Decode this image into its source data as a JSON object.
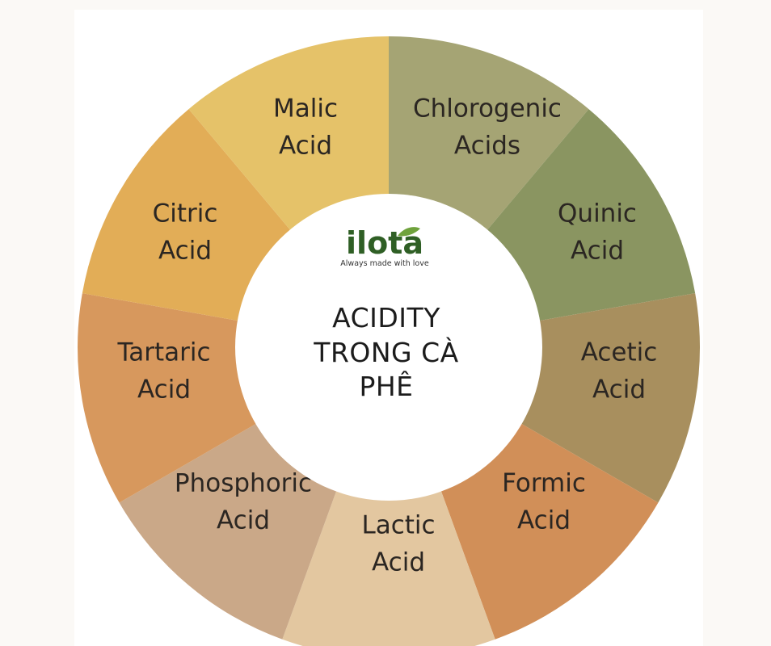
{
  "center": {
    "title_lines": [
      "ACIDITY",
      "TRONG CÀ",
      "PHÊ"
    ]
  },
  "logo": {
    "wordmark": "ilota",
    "tagline": "Always made with love",
    "color": "#2f5f25",
    "leaf_color": "#6fa23c"
  },
  "segments": [
    {
      "label_lines": [
        "Chlorogenic",
        "Acids"
      ],
      "color": "#a5a474"
    },
    {
      "label_lines": [
        "Quinic",
        "Acid"
      ],
      "color": "#8a9561"
    },
    {
      "label_lines": [
        "Acetic",
        "Acid"
      ],
      "color": "#a88f5e"
    },
    {
      "label_lines": [
        "Formic",
        "Acid"
      ],
      "color": "#d18f58"
    },
    {
      "label_lines": [
        "Lactic",
        "Acid"
      ],
      "color": "#e3c7a0"
    },
    {
      "label_lines": [
        "Phosphoric",
        "Acid"
      ],
      "color": "#caa888"
    },
    {
      "label_lines": [
        "Tartaric",
        "Acid"
      ],
      "color": "#d7985d"
    },
    {
      "label_lines": [
        "Citric",
        "Acid"
      ],
      "color": "#e2ad57"
    },
    {
      "label_lines": [
        "Malic",
        "Acid"
      ],
      "color": "#e5c269"
    }
  ]
}
